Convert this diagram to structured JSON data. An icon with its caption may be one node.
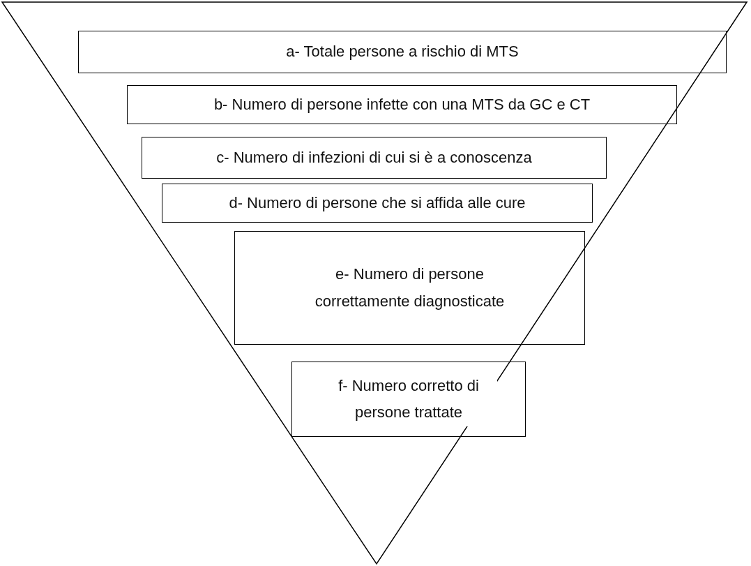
{
  "diagram": {
    "nodes": [
      {
        "text": [
          "a- Totale persone a rischio di MTS"
        ]
      },
      {
        "text": [
          "b- Numero di persone infette con una MTS da GC e CT"
        ]
      },
      {
        "text": [
          "c- Numero di infezioni di cui si è a conoscenza"
        ]
      },
      {
        "text": [
          "d- Numero di persone che si affida alle cure"
        ]
      },
      {
        "text": [
          "e- Numero di persone correttamente diagnosticate"
        ]
      },
      {
        "text": [
          "f- Numero corretto di persone trattate"
        ]
      }
    ]
  }
}
